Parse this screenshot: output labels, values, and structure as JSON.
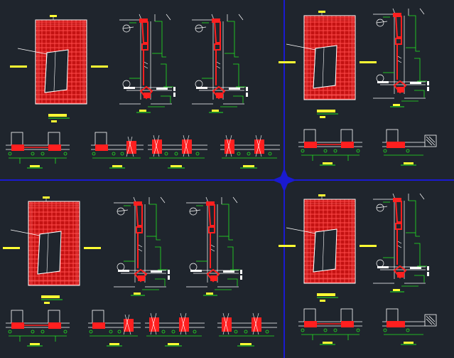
{
  "colors": {
    "background": "#1f252d",
    "divider": "#1a1ad0",
    "rebar": "#ff1f1f",
    "dimension": "#22e622",
    "outline": "#ffffff",
    "text": "#ffff33"
  },
  "quadrants": [
    {
      "id": "q1",
      "elevation_count": 2,
      "section_count": 4
    },
    {
      "id": "q2",
      "elevation_count": 1,
      "section_count": 2
    },
    {
      "id": "q3",
      "elevation_count": 2,
      "section_count": 4
    },
    {
      "id": "q4",
      "elevation_count": 1,
      "section_count": 2
    }
  ]
}
